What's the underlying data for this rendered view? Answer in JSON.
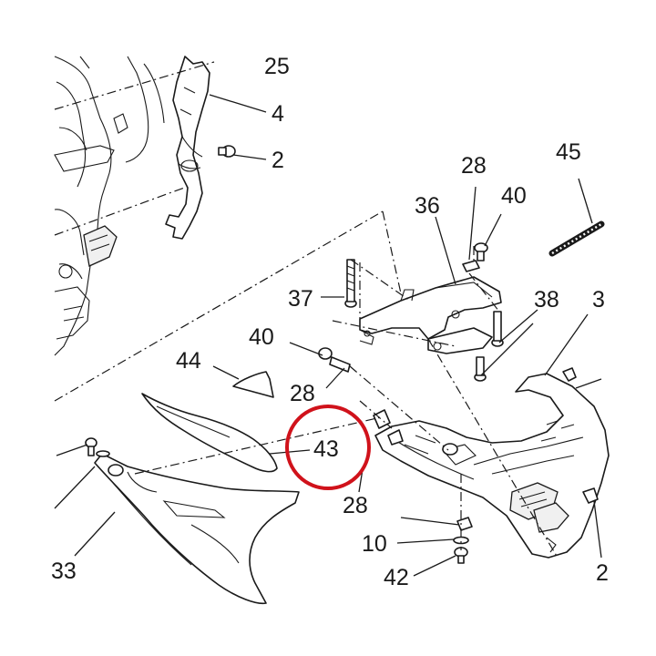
{
  "callouts": {
    "c25": "25",
    "c4": "4",
    "c2": "2",
    "c28_top": "28",
    "c40_top": "40",
    "c45": "45",
    "c36": "36",
    "c37": "37",
    "c38": "38",
    "c3_edge": "3",
    "c40_mid": "40",
    "c44": "44",
    "c28_left": "28",
    "c43": "43",
    "c28_low": "28",
    "c10": "10",
    "c42": "42",
    "c33": "33",
    "c2_edge": "2"
  },
  "colors": {
    "line": "#1a1a1a",
    "highlight": "#d0121b",
    "background": "#ffffff"
  },
  "highlighted_callout": "43"
}
